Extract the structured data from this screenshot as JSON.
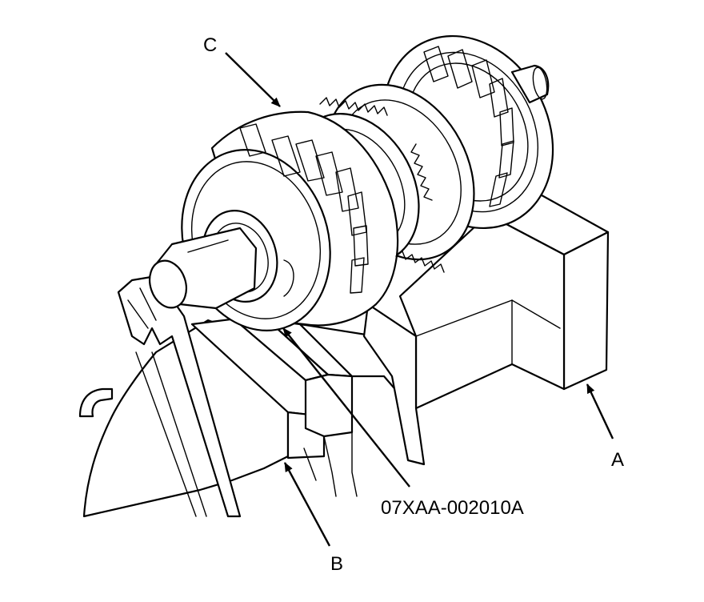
{
  "labels": {
    "a": "A",
    "b": "B",
    "c": "C",
    "tool": "07XAA-002010A"
  }
}
